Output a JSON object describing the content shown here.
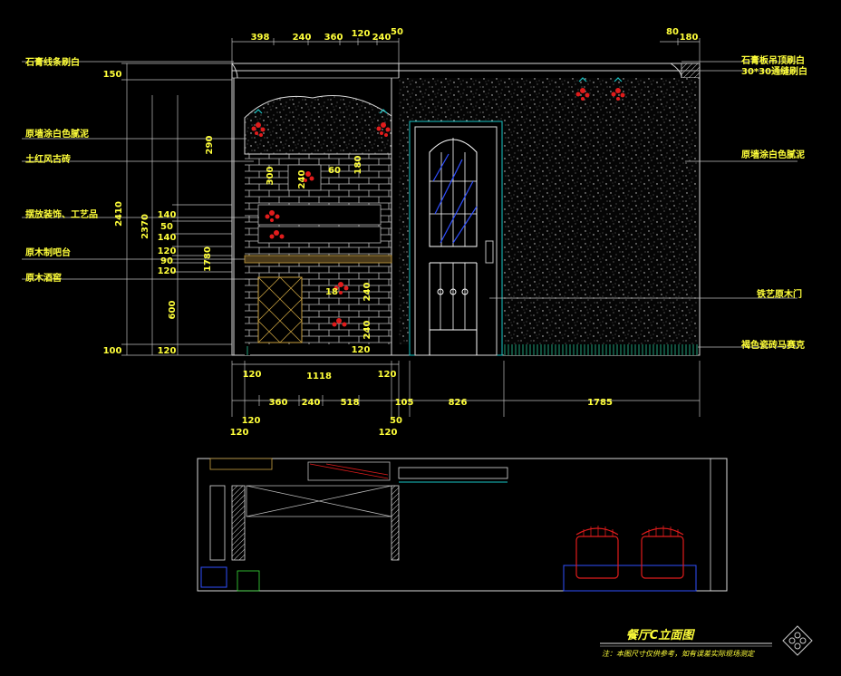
{
  "drawing": {
    "title": "餐厅C立面图",
    "note": "注：本图尺寸仅供参考，如有误差实际现场测定"
  },
  "labels_left": [
    "石膏线条刷白",
    "原墙涂白色腻泥",
    "土红风古砖",
    "摆放装饰、工艺品",
    "原木制吧台",
    "原木酒窖"
  ],
  "labels_right": [
    "石膏板吊顶刷白",
    "30*30通缝刷白",
    "原墙涂白色腻泥",
    "铁艺原木门",
    "褐色瓷砖马赛克"
  ],
  "dims_top": [
    "398",
    "240",
    "360",
    "120",
    "240",
    "50",
    "80",
    "180"
  ],
  "dims_left_outer": [
    "150",
    "2410",
    "2370",
    "100"
  ],
  "dims_left_inner": [
    "140",
    "50",
    "140",
    "120",
    "90",
    "120",
    "1780",
    "600",
    "120"
  ],
  "dims_wall": [
    "290",
    "300",
    "240",
    "60",
    "180",
    "18",
    "240",
    "240",
    "120"
  ],
  "dims_bottom_row1": [
    "120",
    "1118",
    "120"
  ],
  "dims_bottom_row2": [
    "360",
    "240",
    "518",
    "105",
    "826",
    "1785"
  ],
  "dims_bottom_row3": [
    "120",
    "50",
    "120"
  ]
}
